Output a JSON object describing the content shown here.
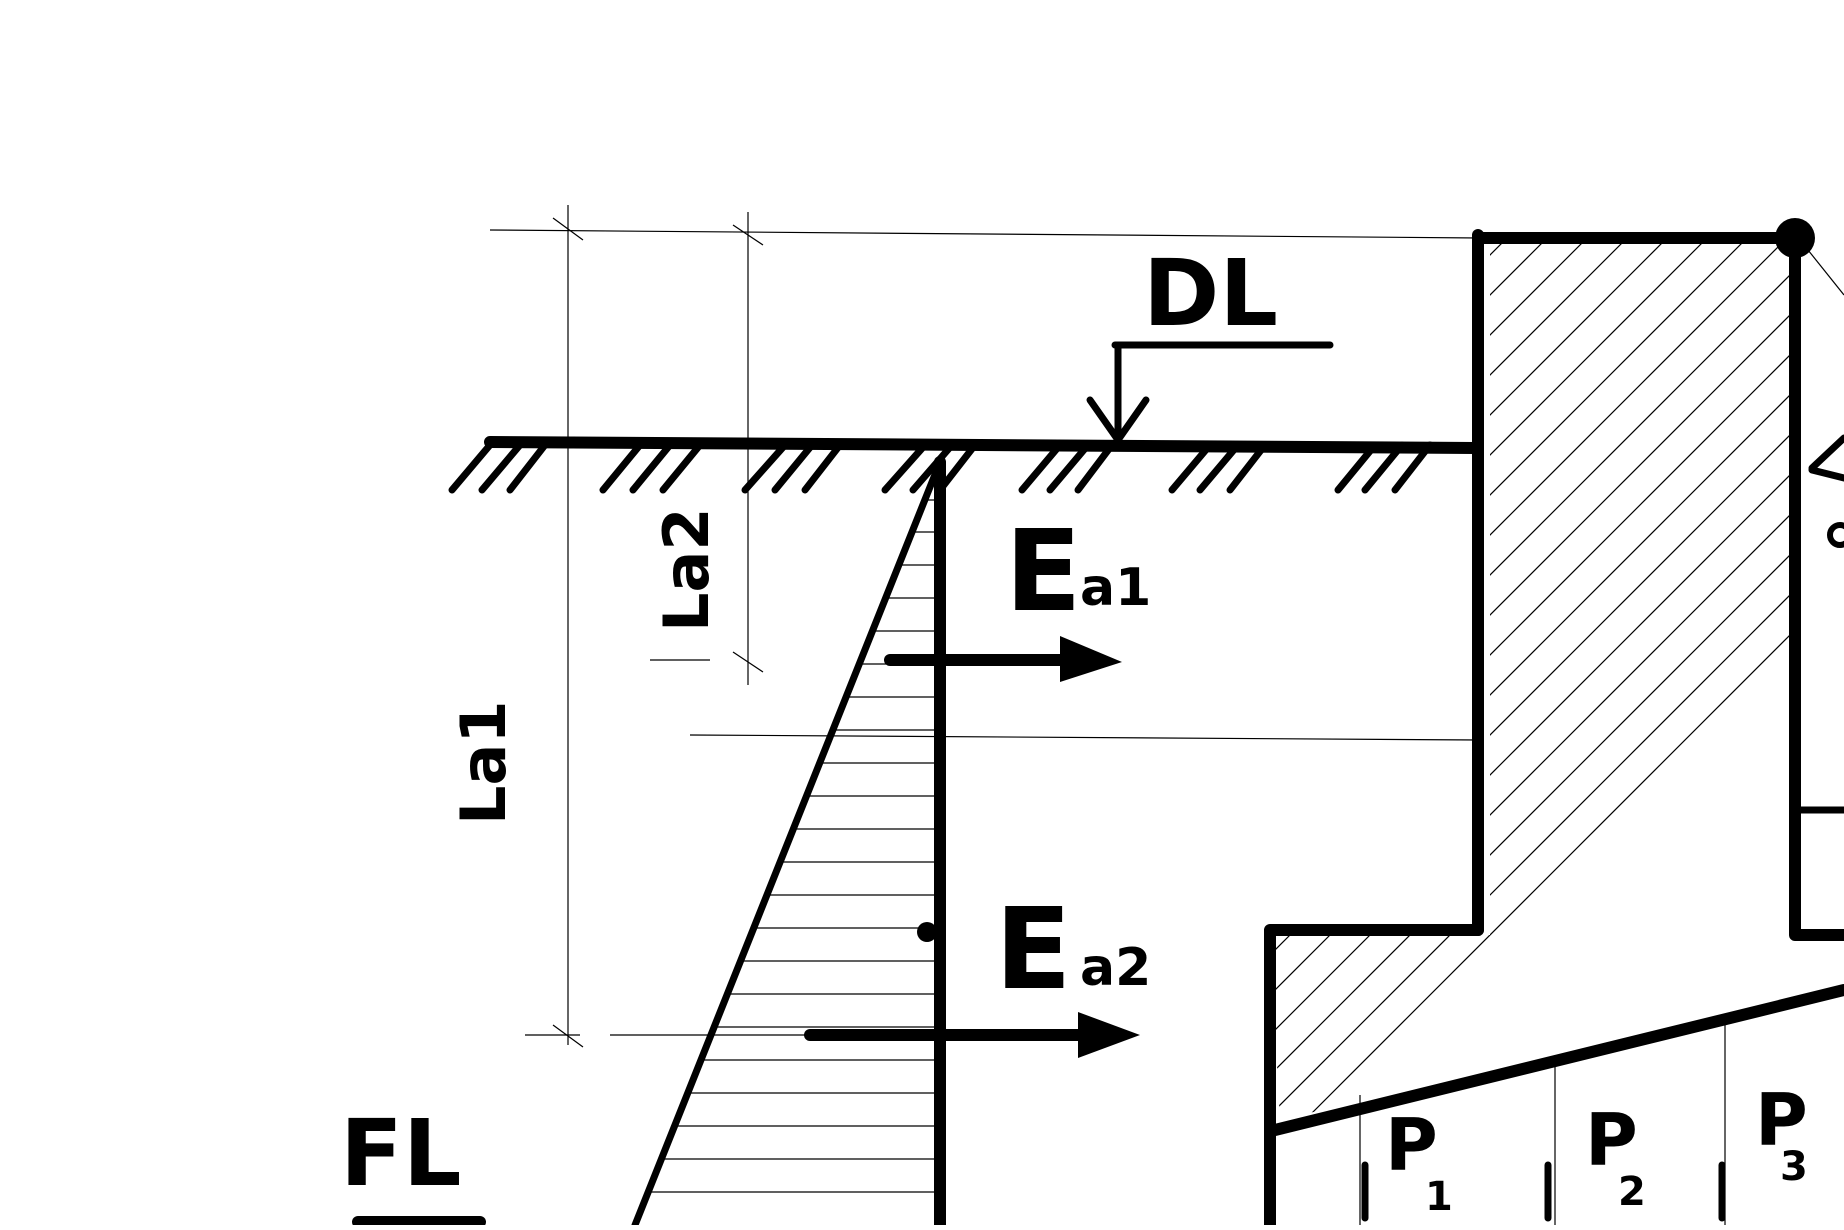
{
  "labels": {
    "design_level": "DL",
    "formation_level": "FL",
    "force_1": "E",
    "force_1_sub": "a1",
    "force_2": "E",
    "force_2_sub": "a2",
    "lever_1": "La1",
    "lever_2": "La2",
    "p1": "P",
    "p1_sub": "1",
    "p2": "P",
    "p2_sub": "2",
    "p3": "P",
    "p3_sub": "3"
  },
  "colors": {
    "ink": "#000000",
    "background": "#ffffff"
  }
}
